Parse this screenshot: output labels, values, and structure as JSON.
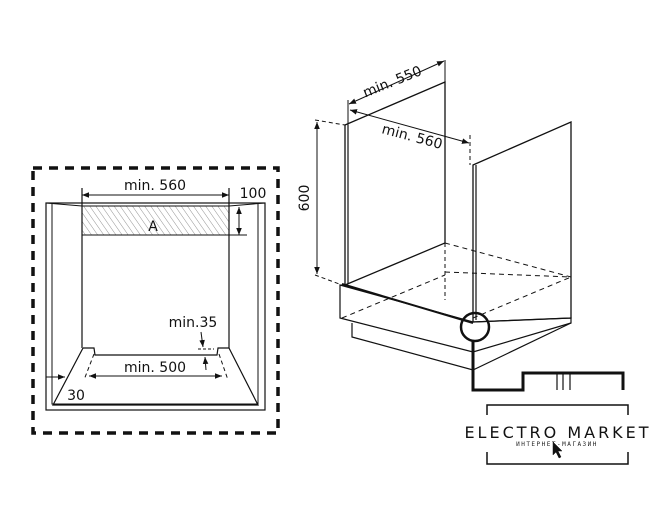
{
  "front_view": {
    "width_label": "min. 560",
    "top_gap_label": "100",
    "zone_label": "A",
    "depth_gap_label": "min.35",
    "bottom_width_label": "min. 500",
    "side_label": "30"
  },
  "cabinet_view": {
    "depth_label": "min. 550",
    "width_label": "min. 560",
    "height_label": "600"
  },
  "watermark": {
    "brand": "ELECTRO MARKET",
    "tagline": "ИНТЕРНЕТ-МАГАЗИН"
  },
  "colors": {
    "line": "#111111",
    "background": "#ffffff"
  }
}
